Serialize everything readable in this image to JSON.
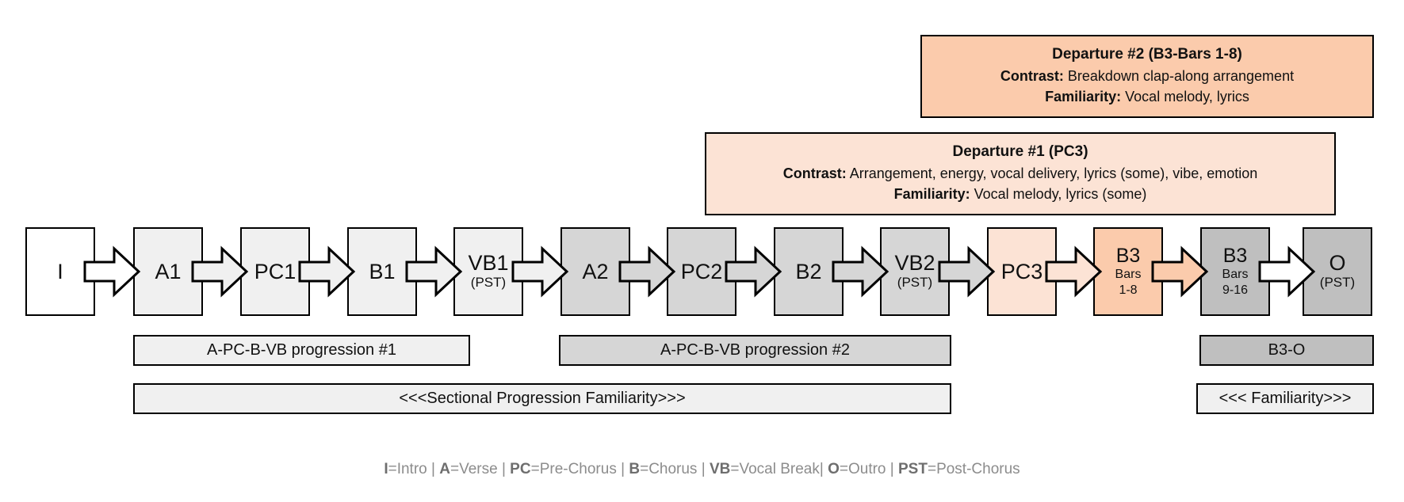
{
  "callouts": [
    {
      "id": "dep2",
      "title": "Departure #2 (B3-Bars 1-8)",
      "contrast_label": "Contrast:",
      "contrast_text": " Breakdown clap-along arrangement",
      "familiarity_label": "Familiarity:",
      "familiarity_text": " Vocal melody, lyrics",
      "fill": "#fbcbac"
    },
    {
      "id": "dep1",
      "title": "Departure #1 (PC3)",
      "contrast_label": "Contrast:",
      "contrast_text": " Arrangement, energy, vocal delivery, lyrics (some), vibe, emotion",
      "familiarity_label": "Familiarity:",
      "familiarity_text": " Vocal melody, lyrics (some)",
      "fill": "#fce3d5"
    }
  ],
  "sections": [
    {
      "label": "I",
      "sub": "",
      "fill": "#ffffff"
    },
    {
      "label": "A1",
      "sub": "",
      "fill": "#f0f0f0"
    },
    {
      "label": "PC1",
      "sub": "",
      "fill": "#f0f0f0"
    },
    {
      "label": "B1",
      "sub": "",
      "fill": "#f0f0f0"
    },
    {
      "label": "VB1",
      "sub": "(PST)",
      "fill": "#f0f0f0"
    },
    {
      "label": "A2",
      "sub": "",
      "fill": "#d6d6d6"
    },
    {
      "label": "PC2",
      "sub": "",
      "fill": "#d6d6d6"
    },
    {
      "label": "B2",
      "sub": "",
      "fill": "#d6d6d6"
    },
    {
      "label": "VB2",
      "sub": "(PST)",
      "fill": "#d6d6d6"
    },
    {
      "label": "PC3",
      "sub": "",
      "fill": "#fce3d5"
    },
    {
      "label": "B3",
      "sub": "Bars\n1-8",
      "sub_line1": "Bars",
      "sub_line2": "1-8",
      "fill": "#fbcbac"
    },
    {
      "label": "B3",
      "sub": "Bars\n9-16",
      "sub_line1": "Bars",
      "sub_line2": "9-16",
      "fill": "#bfbfbf"
    },
    {
      "label": "O",
      "sub": "(PST)",
      "fill": "#bfbfbf"
    }
  ],
  "group_bars": [
    {
      "label": "A-PC-B-VB progression #1",
      "fill": "#f0f0f0"
    },
    {
      "label": "A-PC-B-VB progression #2",
      "fill": "#d6d6d6"
    },
    {
      "label": "B3-O",
      "fill": "#bfbfbf"
    }
  ],
  "familiarity_bars": [
    {
      "label": "<<<Sectional Progression Familiarity>>>",
      "fill": "#f0f0f0"
    },
    {
      "label": "<<< Familiarity>>>",
      "fill": "#f0f0f0"
    }
  ],
  "legend": {
    "items": [
      {
        "abbr": "I",
        "sep": "=",
        "meaning": "Intro"
      },
      {
        "abbr": "A",
        "sep": "=",
        "meaning": "Verse"
      },
      {
        "abbr": "PC",
        "sep": "=",
        "meaning": "Pre-Chorus"
      },
      {
        "abbr": "B",
        "sep": "=",
        "meaning": "Chorus"
      },
      {
        "abbr": "VB",
        "sep": "=",
        "meaning": "Vocal Break"
      },
      {
        "abbr": "O",
        "sep": "=",
        "meaning": "Outro"
      },
      {
        "abbr": "PST",
        "sep": "=",
        "meaning": "Post-Chorus"
      }
    ],
    "divider": " | ",
    "text": "I=Intro | A=Verse | PC=Pre-Chorus | B=Chorus | VB=Vocal Break| O=Outro | PST=Post-Chorus"
  },
  "colors": {
    "stroke": "#000000",
    "white": "#ffffff",
    "gray_light": "#f0f0f0",
    "gray_mid": "#d6d6d6",
    "gray_dark": "#bfbfbf",
    "peach_light": "#fce3d5",
    "peach": "#fbcbac",
    "legend_text": "#8c8c8c"
  }
}
